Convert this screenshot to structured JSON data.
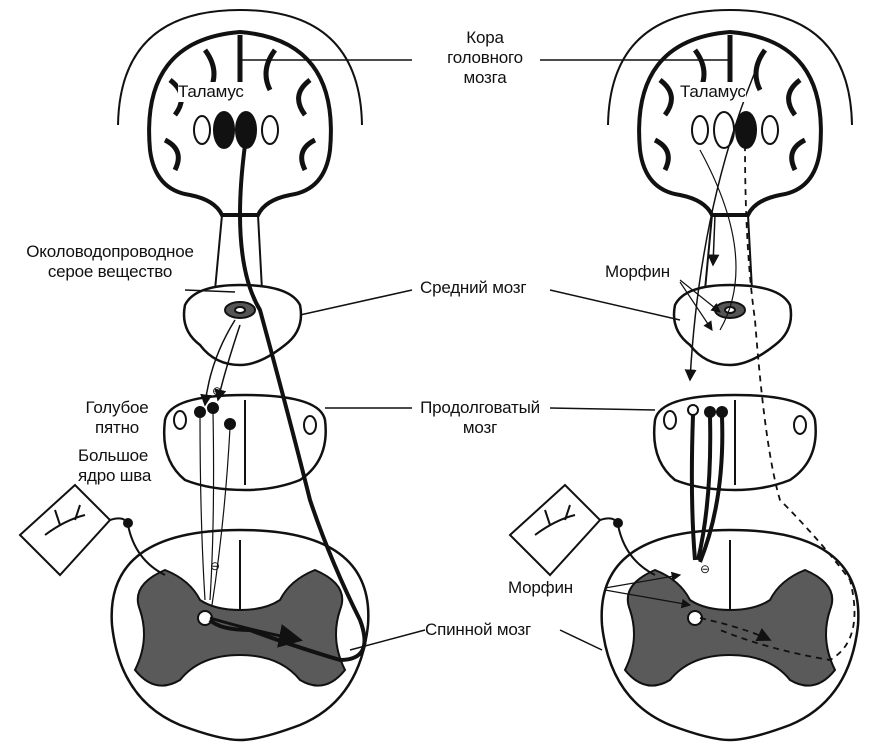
{
  "labels": {
    "cortex": [
      "Кора",
      "головного",
      "мозга"
    ],
    "thalamus_left": "Таламус",
    "thalamus_right": "Таламус",
    "pag": [
      "Околоводопроводное",
      "серое вещество"
    ],
    "midbrain": "Средний мозг",
    "morphine_upper": "Морфин",
    "locus": [
      "Голубое",
      "пятно"
    ],
    "medulla": [
      "Продолговатый",
      "мозг"
    ],
    "raphe": [
      "Большое",
      "ядро шва"
    ],
    "morphine_lower": "Морфин",
    "spinal": "Спинной мозг",
    "minus_sign": "⊖"
  },
  "colors": {
    "ink": "#111111",
    "grey_matter": "#5a5a5a",
    "paper": "#ffffff"
  }
}
